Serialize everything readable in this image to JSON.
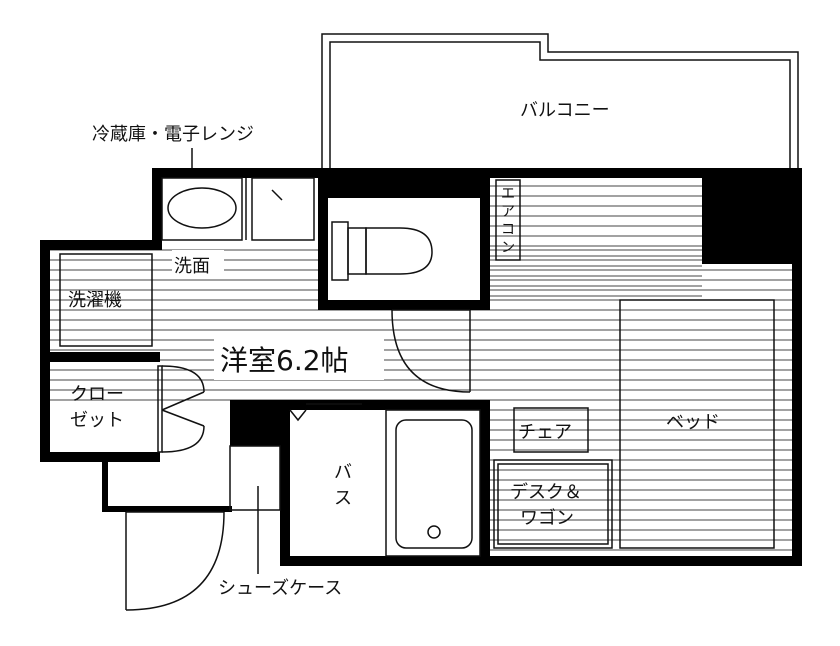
{
  "rooms": {
    "balcony": "バルコニー",
    "fridge_microwave": "冷蔵庫・電子レンジ",
    "washbasin": "洗面",
    "washing_machine": "洗濯機",
    "western_room": "洋室6.2帖",
    "closet_line1": "クロー",
    "closet_line2": "ゼット",
    "aircon_chars": [
      "エ",
      "ア",
      "コ",
      "ン"
    ],
    "bath_line1": "バ",
    "bath_line2": "ス",
    "chair": "チェア",
    "bed": "ベッド",
    "desk_line1": "デスク＆",
    "desk_line2": "ワゴン",
    "shoe_case": "シューズケース"
  },
  "colors": {
    "wall": "#000000",
    "line": "#111111",
    "background": "#ffffff"
  }
}
